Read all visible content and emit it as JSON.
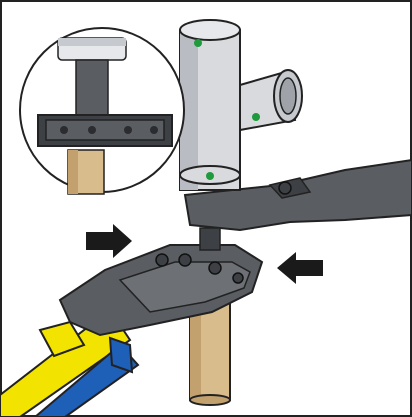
{
  "illustration": {
    "colors": {
      "background": "#ffffff",
      "border": "#222222",
      "fitting_steel": "#d8dade",
      "fitting_shade": "#b9bcc2",
      "seal_marker": "#1f9a3d",
      "copper_pipe": "#d9bc8c",
      "copper_pipe_shade": "#c2a16f",
      "press_jaw": "#5a5d62",
      "press_jaw_dark": "#3d4044",
      "handle_yellow": "#f3e300",
      "handle_blue": "#1e5fb8",
      "arrow": "#1a1a1a"
    },
    "icons": [
      "detail-magnifier-circle",
      "press-direction-arrow-left",
      "press-direction-arrow-right"
    ]
  }
}
